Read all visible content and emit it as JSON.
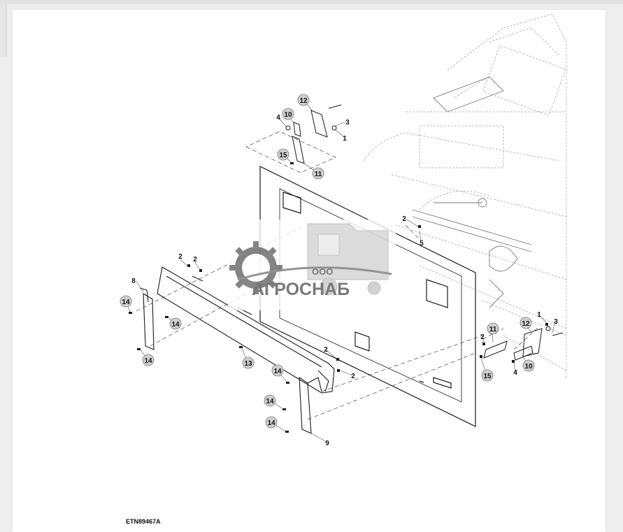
{
  "figure": {
    "id": "ETN89467A",
    "callouts": [
      "1",
      "2",
      "3",
      "4",
      "5",
      "8",
      "9",
      "10",
      "11",
      "12",
      "13",
      "14",
      "15"
    ]
  },
  "watermark": {
    "company_prefix": "ООО",
    "company_name": "АГРОСНАБ"
  },
  "colors": {
    "line": "#1a1a1a",
    "faint_line": "#9a9a9a",
    "callout_fill": "#cfcfcf",
    "watermark": "#6e6e6e"
  }
}
